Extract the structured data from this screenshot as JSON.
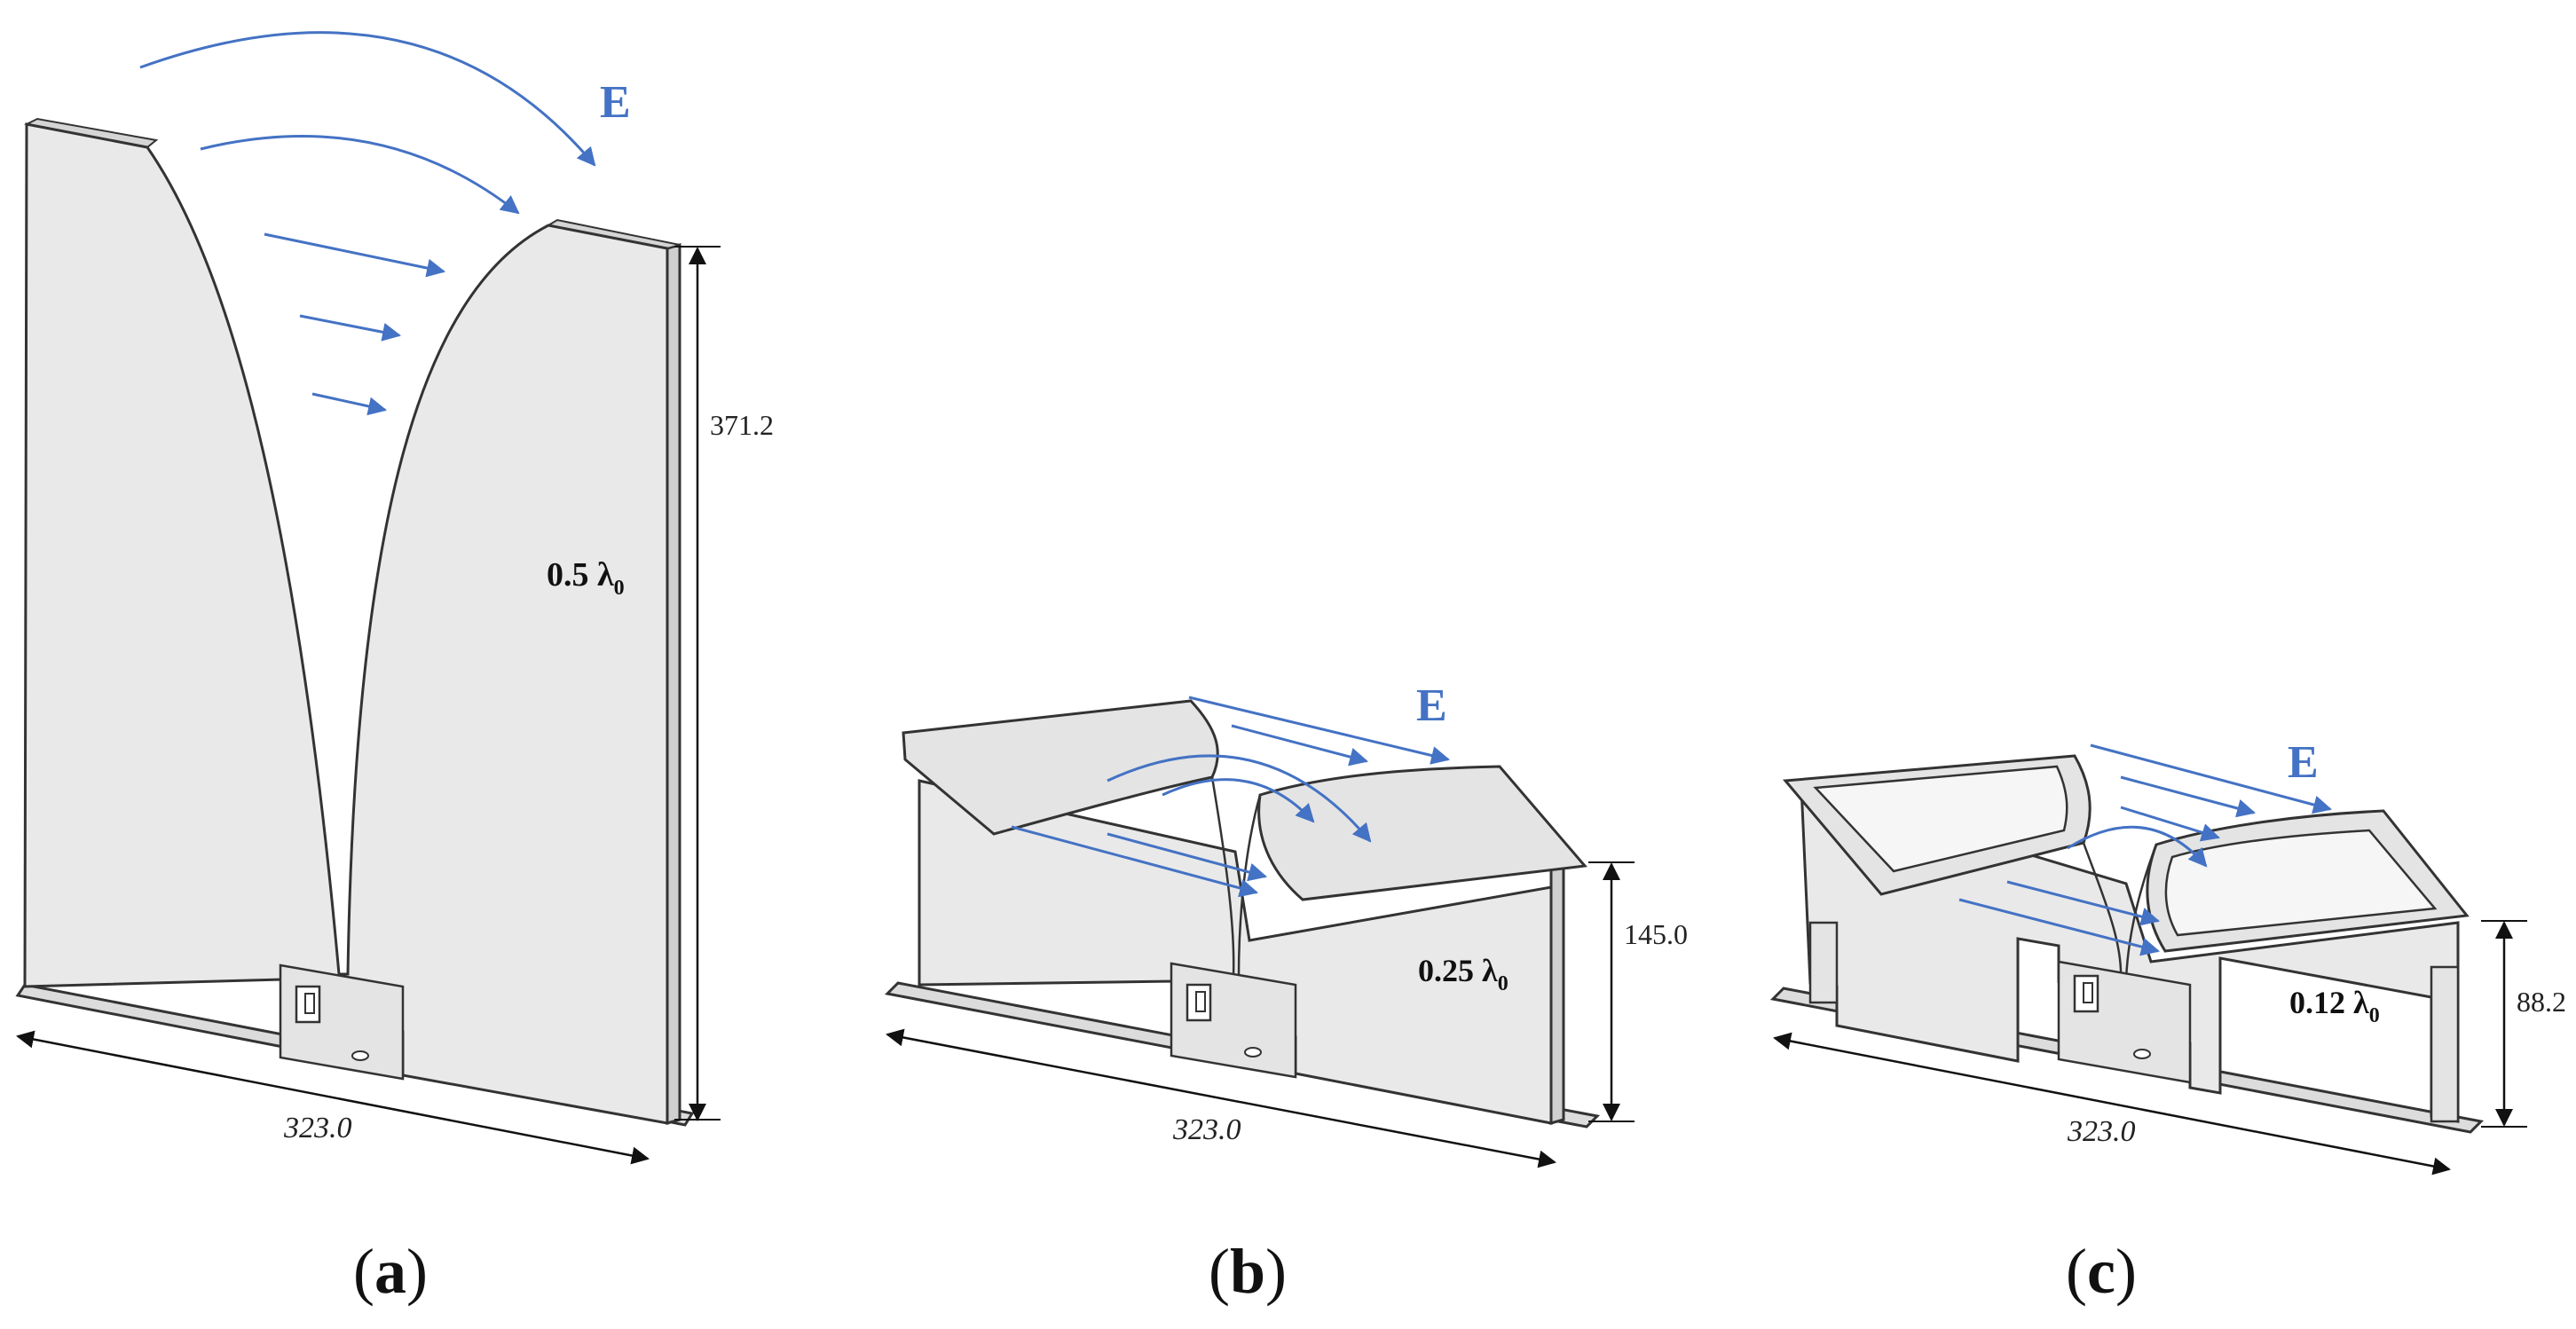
{
  "panels": [
    {
      "caption_prefix": "(",
      "caption_letter": "a",
      "caption_suffix": ")",
      "field_label": "E",
      "height_dim": "371.2",
      "width_dim": "323.0",
      "ratio_value": "0.5 λ",
      "ratio_sub": "0"
    },
    {
      "caption_prefix": "(",
      "caption_letter": "b",
      "caption_suffix": ")",
      "field_label": "E",
      "height_dim": "145.0",
      "width_dim": "323.0",
      "ratio_value": "0.25 λ",
      "ratio_sub": "0"
    },
    {
      "caption_prefix": "(",
      "caption_letter": "c",
      "caption_suffix": ")",
      "field_label": "E",
      "height_dim": "88.2",
      "width_dim": "323.0",
      "ratio_value": "0.12 λ",
      "ratio_sub": "0"
    }
  ],
  "colors": {
    "panel_fill": "#e9e9e9",
    "panel_stroke": "#333333",
    "field_arrow": "#4472c4"
  }
}
